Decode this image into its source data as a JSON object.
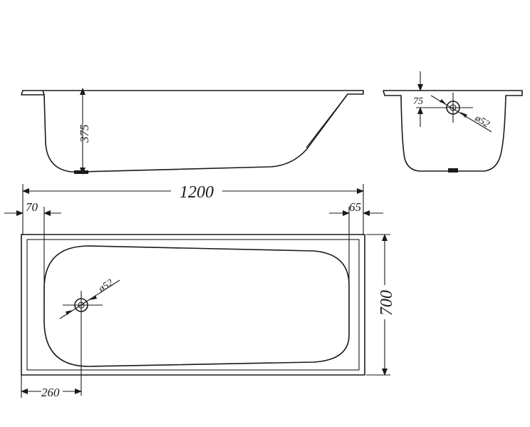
{
  "dimensions": {
    "length": "1200",
    "width": "700",
    "depth": "375",
    "rim_left": "70",
    "rim_right": "65",
    "drain_offset": "260",
    "overflow_height": "75",
    "overflow_diameter": "ø52",
    "drain_diameter": "ø52"
  }
}
